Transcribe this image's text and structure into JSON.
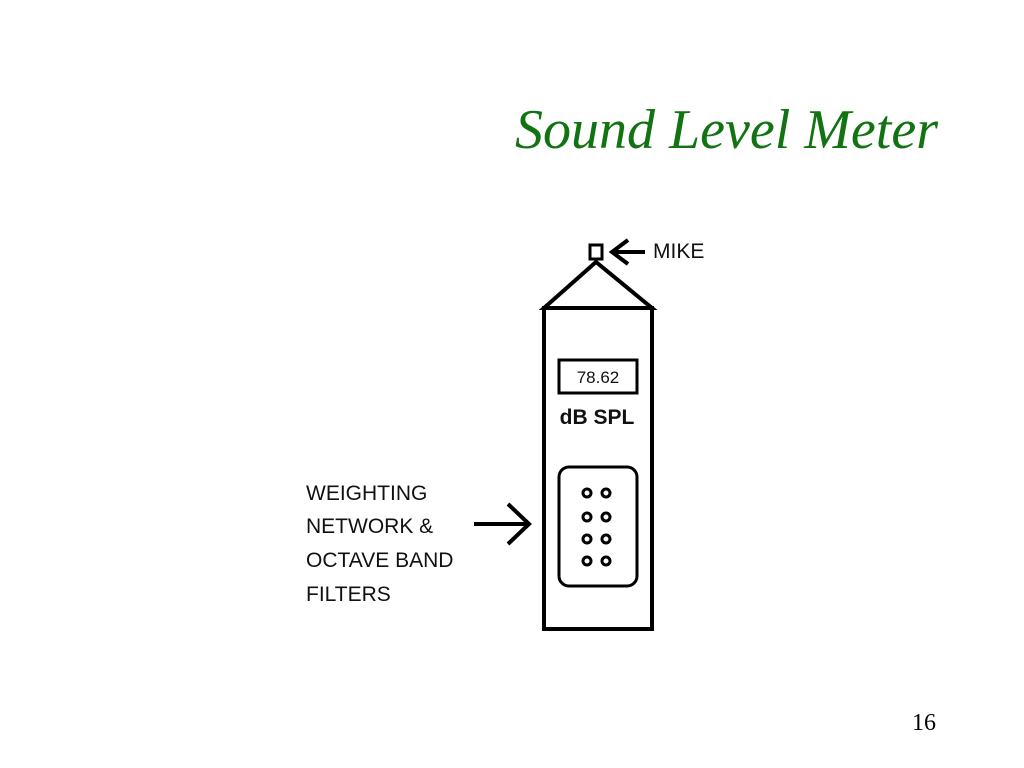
{
  "slide": {
    "title": "Sound Level Meter",
    "page_number": "16"
  },
  "diagram": {
    "mike_label": "MIKE",
    "display_reading": "78.62",
    "unit_label": "dB SPL",
    "filter_label_lines": [
      "WEIGHTING",
      "NETWORK &",
      "OCTAVE BAND",
      "FILTERS"
    ],
    "colors": {
      "title": "#127312",
      "lines": "#000000"
    }
  }
}
